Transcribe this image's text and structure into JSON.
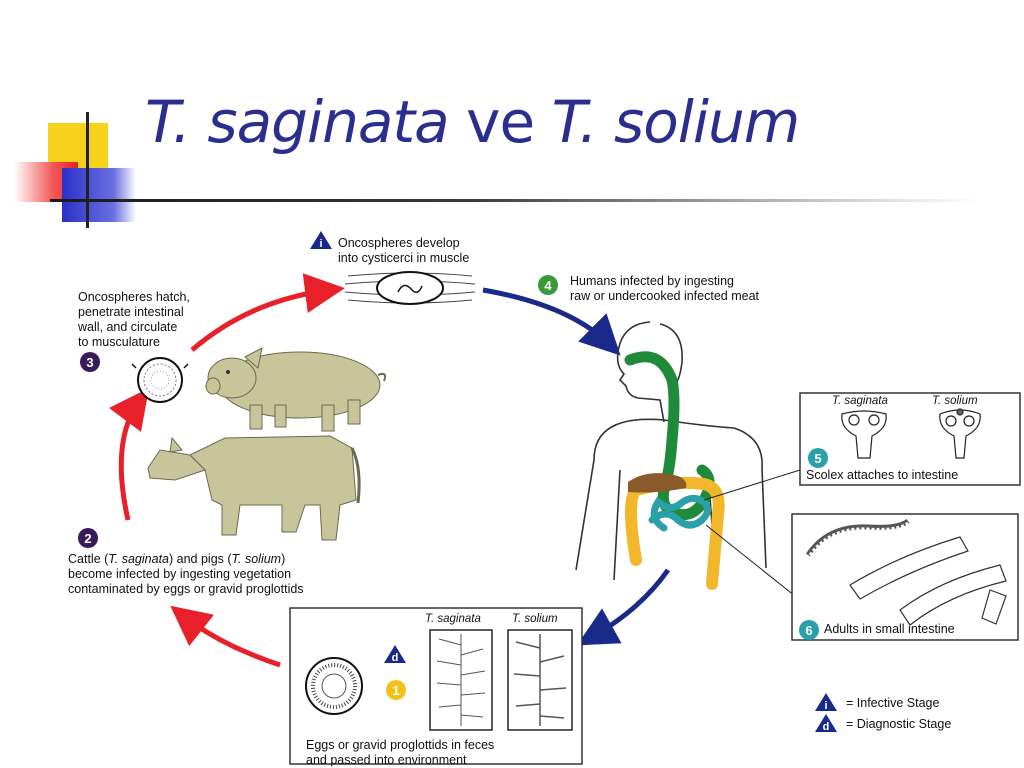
{
  "slide": {
    "title_part1": "T. saginata",
    "title_mid": "ve",
    "title_part2": "T. solium"
  },
  "diagram": {
    "step_i": "Oncospheres develop into cysticerci in muscle",
    "step_i_line1": "Oncospheres develop",
    "step_i_line2": "into cysticerci in muscle",
    "step_4_num": "4",
    "step_4_line1": "Humans infected by ingesting",
    "step_4_line2": "raw or undercooked infected meat",
    "step_3_num": "3",
    "step_3_line1": "Oncospheres hatch,",
    "step_3_line2": "penetrate intestinal",
    "step_3_line3": "wall, and circulate",
    "step_3_line4": "to musculature",
    "step_2_num": "2",
    "step_2_line1_a": "Cattle (",
    "step_2_line1_b": "T. saginata",
    "step_2_line1_c": ") and pigs (",
    "step_2_line1_d": "T. solium",
    "step_2_line1_e": ")",
    "step_2_line2": "become infected by ingesting vegetation",
    "step_2_line3": "contaminated by eggs or gravid proglottids",
    "step_5_num": "5",
    "step_5_label": "Scolex attaches to intestine",
    "step_5_species_a": "T. saginata",
    "step_5_species_b": "T. solium",
    "step_6_num": "6",
    "step_6_label": "Adults in small intestine",
    "step_1_num": "1",
    "step_1_line1": "Eggs or gravid proglottids in feces",
    "step_1_line2": "and passed into environment",
    "step_1_species_a": "T. saginata",
    "step_1_species_b": "T. solium",
    "marker_i": "i",
    "marker_d": "d",
    "legend_infective": "= Infective Stage",
    "legend_diagnostic": "= Diagnostic Stage"
  },
  "colors": {
    "title": "#2a2f8f",
    "arrow_red": "#e8202a",
    "arrow_blue": "#1a2a8a",
    "badge_purple": "#3a1a5a",
    "badge_green": "#3a9a3a",
    "badge_teal": "#2aa0a8",
    "badge_yellow": "#f2c21a",
    "stage_blue": "#1a2a8a",
    "animal_fill": "#c9c59a"
  }
}
